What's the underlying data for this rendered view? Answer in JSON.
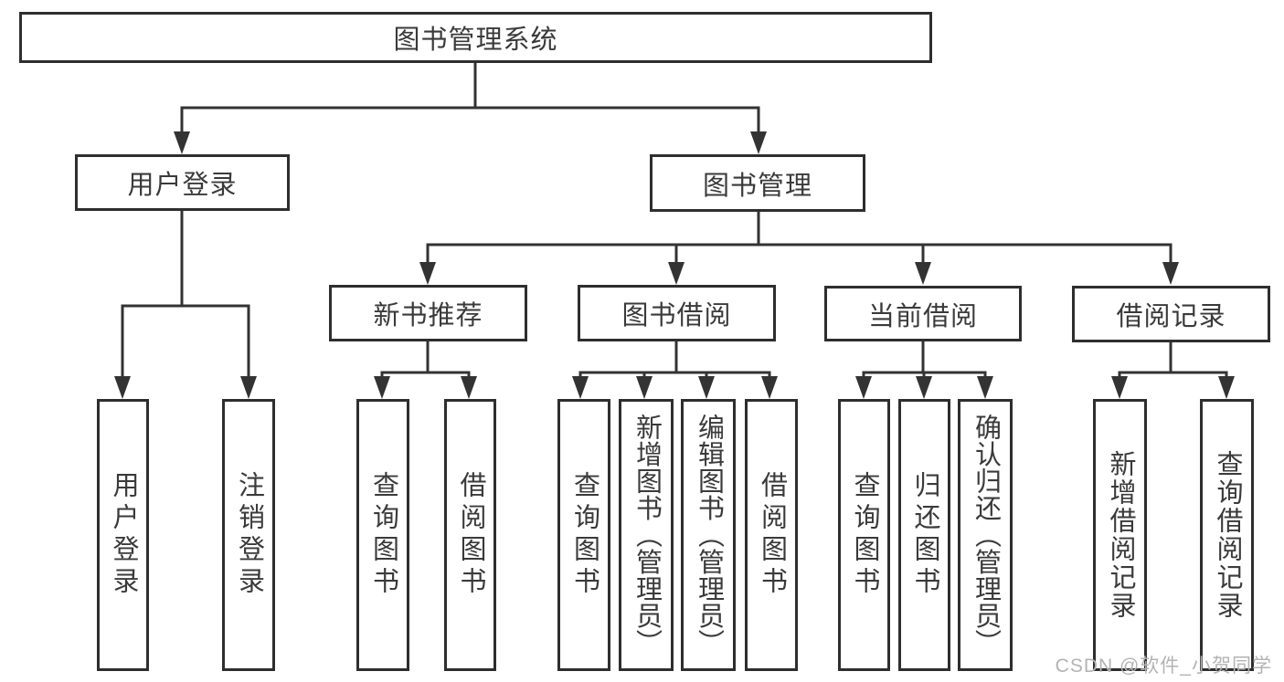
{
  "root": {
    "label": "图书管理系统"
  },
  "level2": [
    {
      "label": "用户登录"
    },
    {
      "label": "图书管理"
    }
  ],
  "level3": [
    {
      "label": "新书推荐"
    },
    {
      "label": "图书借阅"
    },
    {
      "label": "当前借阅"
    },
    {
      "label": "借阅记录"
    }
  ],
  "leaves": [
    {
      "label": "用户登录"
    },
    {
      "label": "注销登录"
    },
    {
      "label": "查询图书"
    },
    {
      "label": "借阅图书"
    },
    {
      "label": "查询图书"
    },
    {
      "label": "新增图书（管理员）"
    },
    {
      "label": "编辑图书（管理员）"
    },
    {
      "label": "借阅图书"
    },
    {
      "label": "查询图书"
    },
    {
      "label": "归还图书"
    },
    {
      "label": "确认归还（管理员）"
    },
    {
      "label": "新增借阅记录"
    },
    {
      "label": "查询借阅记录"
    }
  ],
  "watermark": {
    "text": "CSDN @软件_小贺同学"
  },
  "colors": {
    "line": "#333333",
    "border": "#2e2e2e",
    "text": "#3a3a3a",
    "watermark": "#b3b3b3",
    "background": "#ffffff"
  }
}
